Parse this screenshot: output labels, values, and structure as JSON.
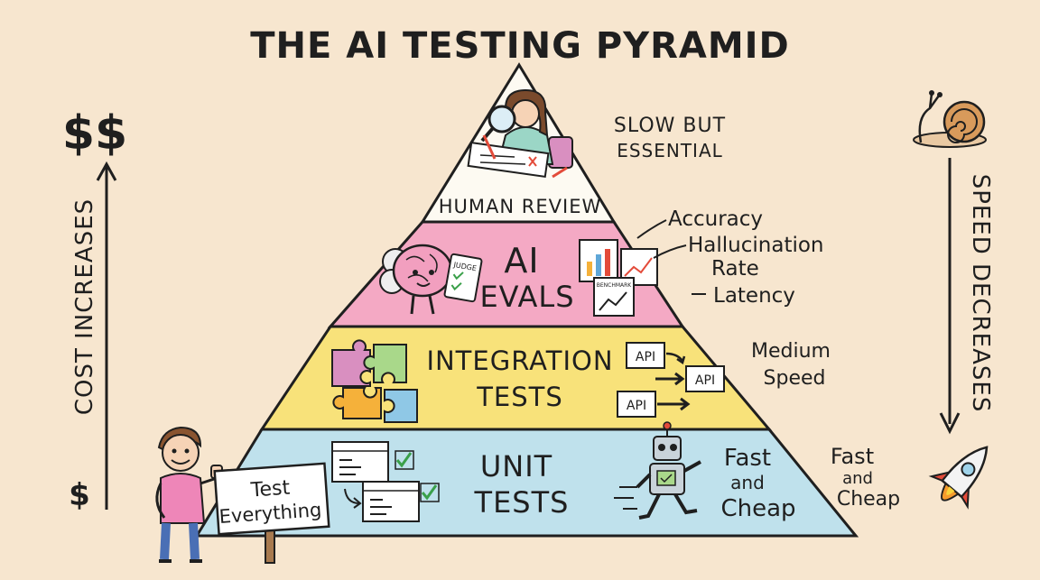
{
  "title": "THE AI TESTING PYRAMID",
  "left_axis": {
    "top_label": "$$",
    "bottom_label": "$",
    "text": "COST INCREASES"
  },
  "right_axis": {
    "text": "SPEED DECREASES",
    "top_icon": "snail-icon",
    "bottom_icon": "rocket-icon"
  },
  "levels": {
    "human_review": {
      "label": "HUMAN REVIEW",
      "side_line1": "SLOW BUT",
      "side_line2": "ESSENTIAL",
      "icon": "person-with-magnifier-icon",
      "color": "#fdfaf2"
    },
    "ai_evals": {
      "label_line1": "AI",
      "label_line2": "EVALS",
      "judge_text": "JUDGE",
      "benchmark_text": "BENCHMARK",
      "metrics": [
        "Accuracy",
        "Hallucination",
        "Rate",
        "Latency"
      ],
      "color": "#f4a9c4"
    },
    "integration": {
      "label_line1": "INTEGRATION",
      "label_line2": "TESTS",
      "api_labels": [
        "API",
        "API",
        "API"
      ],
      "side_line1": "Medium",
      "side_line2": "Speed",
      "color": "#f8e27a"
    },
    "unit": {
      "label_line1": "UNIT",
      "label_line2": "TESTS",
      "inner_line1": "Fast",
      "inner_line2": "and",
      "inner_line3": "Cheap",
      "side_line1": "Fast",
      "side_line2": "and",
      "side_line3": "Cheap",
      "color": "#bfe1ec"
    }
  },
  "sign": {
    "line1": "Test",
    "line2": "Everything"
  }
}
